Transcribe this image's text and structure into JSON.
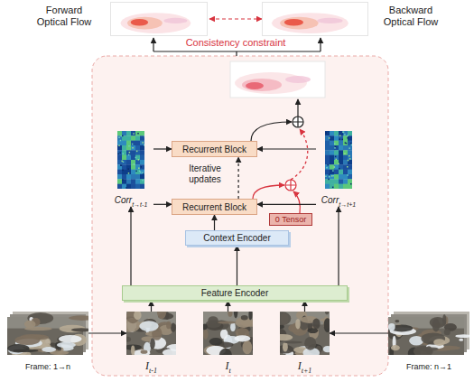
{
  "diagram": {
    "nodes": [
      {
        "text": [
          "Forward Optical Flow"
        ]
      },
      {
        "text": [
          "Backward Optical Flow"
        ]
      },
      {
        "text": [
          "Recurrent Block"
        ]
      },
      {
        "text": [
          "Corr",
          "t→t-1"
        ]
      },
      {
        "text": [
          "Corr",
          "t→t+1"
        ]
      },
      {
        "text": [
          "Recurrent Block"
        ]
      },
      {
        "text": [
          "0 Tensor"
        ]
      },
      {
        "text": [
          "Context Encoder"
        ]
      },
      {
        "text": [
          "Feature Encoder"
        ]
      },
      {
        "text": [
          "Frame: 1→n"
        ]
      },
      {
        "text": [
          "I",
          "t-1"
        ]
      },
      {
        "text": [
          "I",
          "t"
        ]
      },
      {
        "text": [
          "I",
          "t+1"
        ]
      },
      {
        "text": [
          "Frame: n→1"
        ]
      }
    ],
    "edges": [
      {
        "from": 0,
        "to": 1,
        "label": "Consistency constraint",
        "arrow": "both"
      },
      {
        "from": 5,
        "to": 2,
        "arrow": "to"
      },
      {
        "from": 3,
        "to": 2,
        "arrow": "to"
      },
      {
        "from": 3,
        "to": 5,
        "arrow": "to"
      },
      {
        "from": 4,
        "to": 2,
        "arrow": "to"
      },
      {
        "from": 4,
        "to": 5,
        "arrow": "to"
      },
      {
        "from": 7,
        "to": 5,
        "arrow": "to"
      },
      {
        "from": 8,
        "to": 7,
        "arrow": "to"
      },
      {
        "from": 8,
        "to": 3,
        "arrow": "to"
      },
      {
        "from": 8,
        "to": 4,
        "arrow": "to"
      },
      {
        "from": 10,
        "to": 8,
        "arrow": "to"
      },
      {
        "from": 11,
        "to": 8,
        "arrow": "to"
      },
      {
        "from": 12,
        "to": 8,
        "arrow": "to"
      },
      {
        "from": 9,
        "to": 10,
        "arrow": "to"
      },
      {
        "from": 13,
        "to": 12,
        "arrow": "to"
      }
    ],
    "labels": [
      "Iterative updates"
    ]
  }
}
